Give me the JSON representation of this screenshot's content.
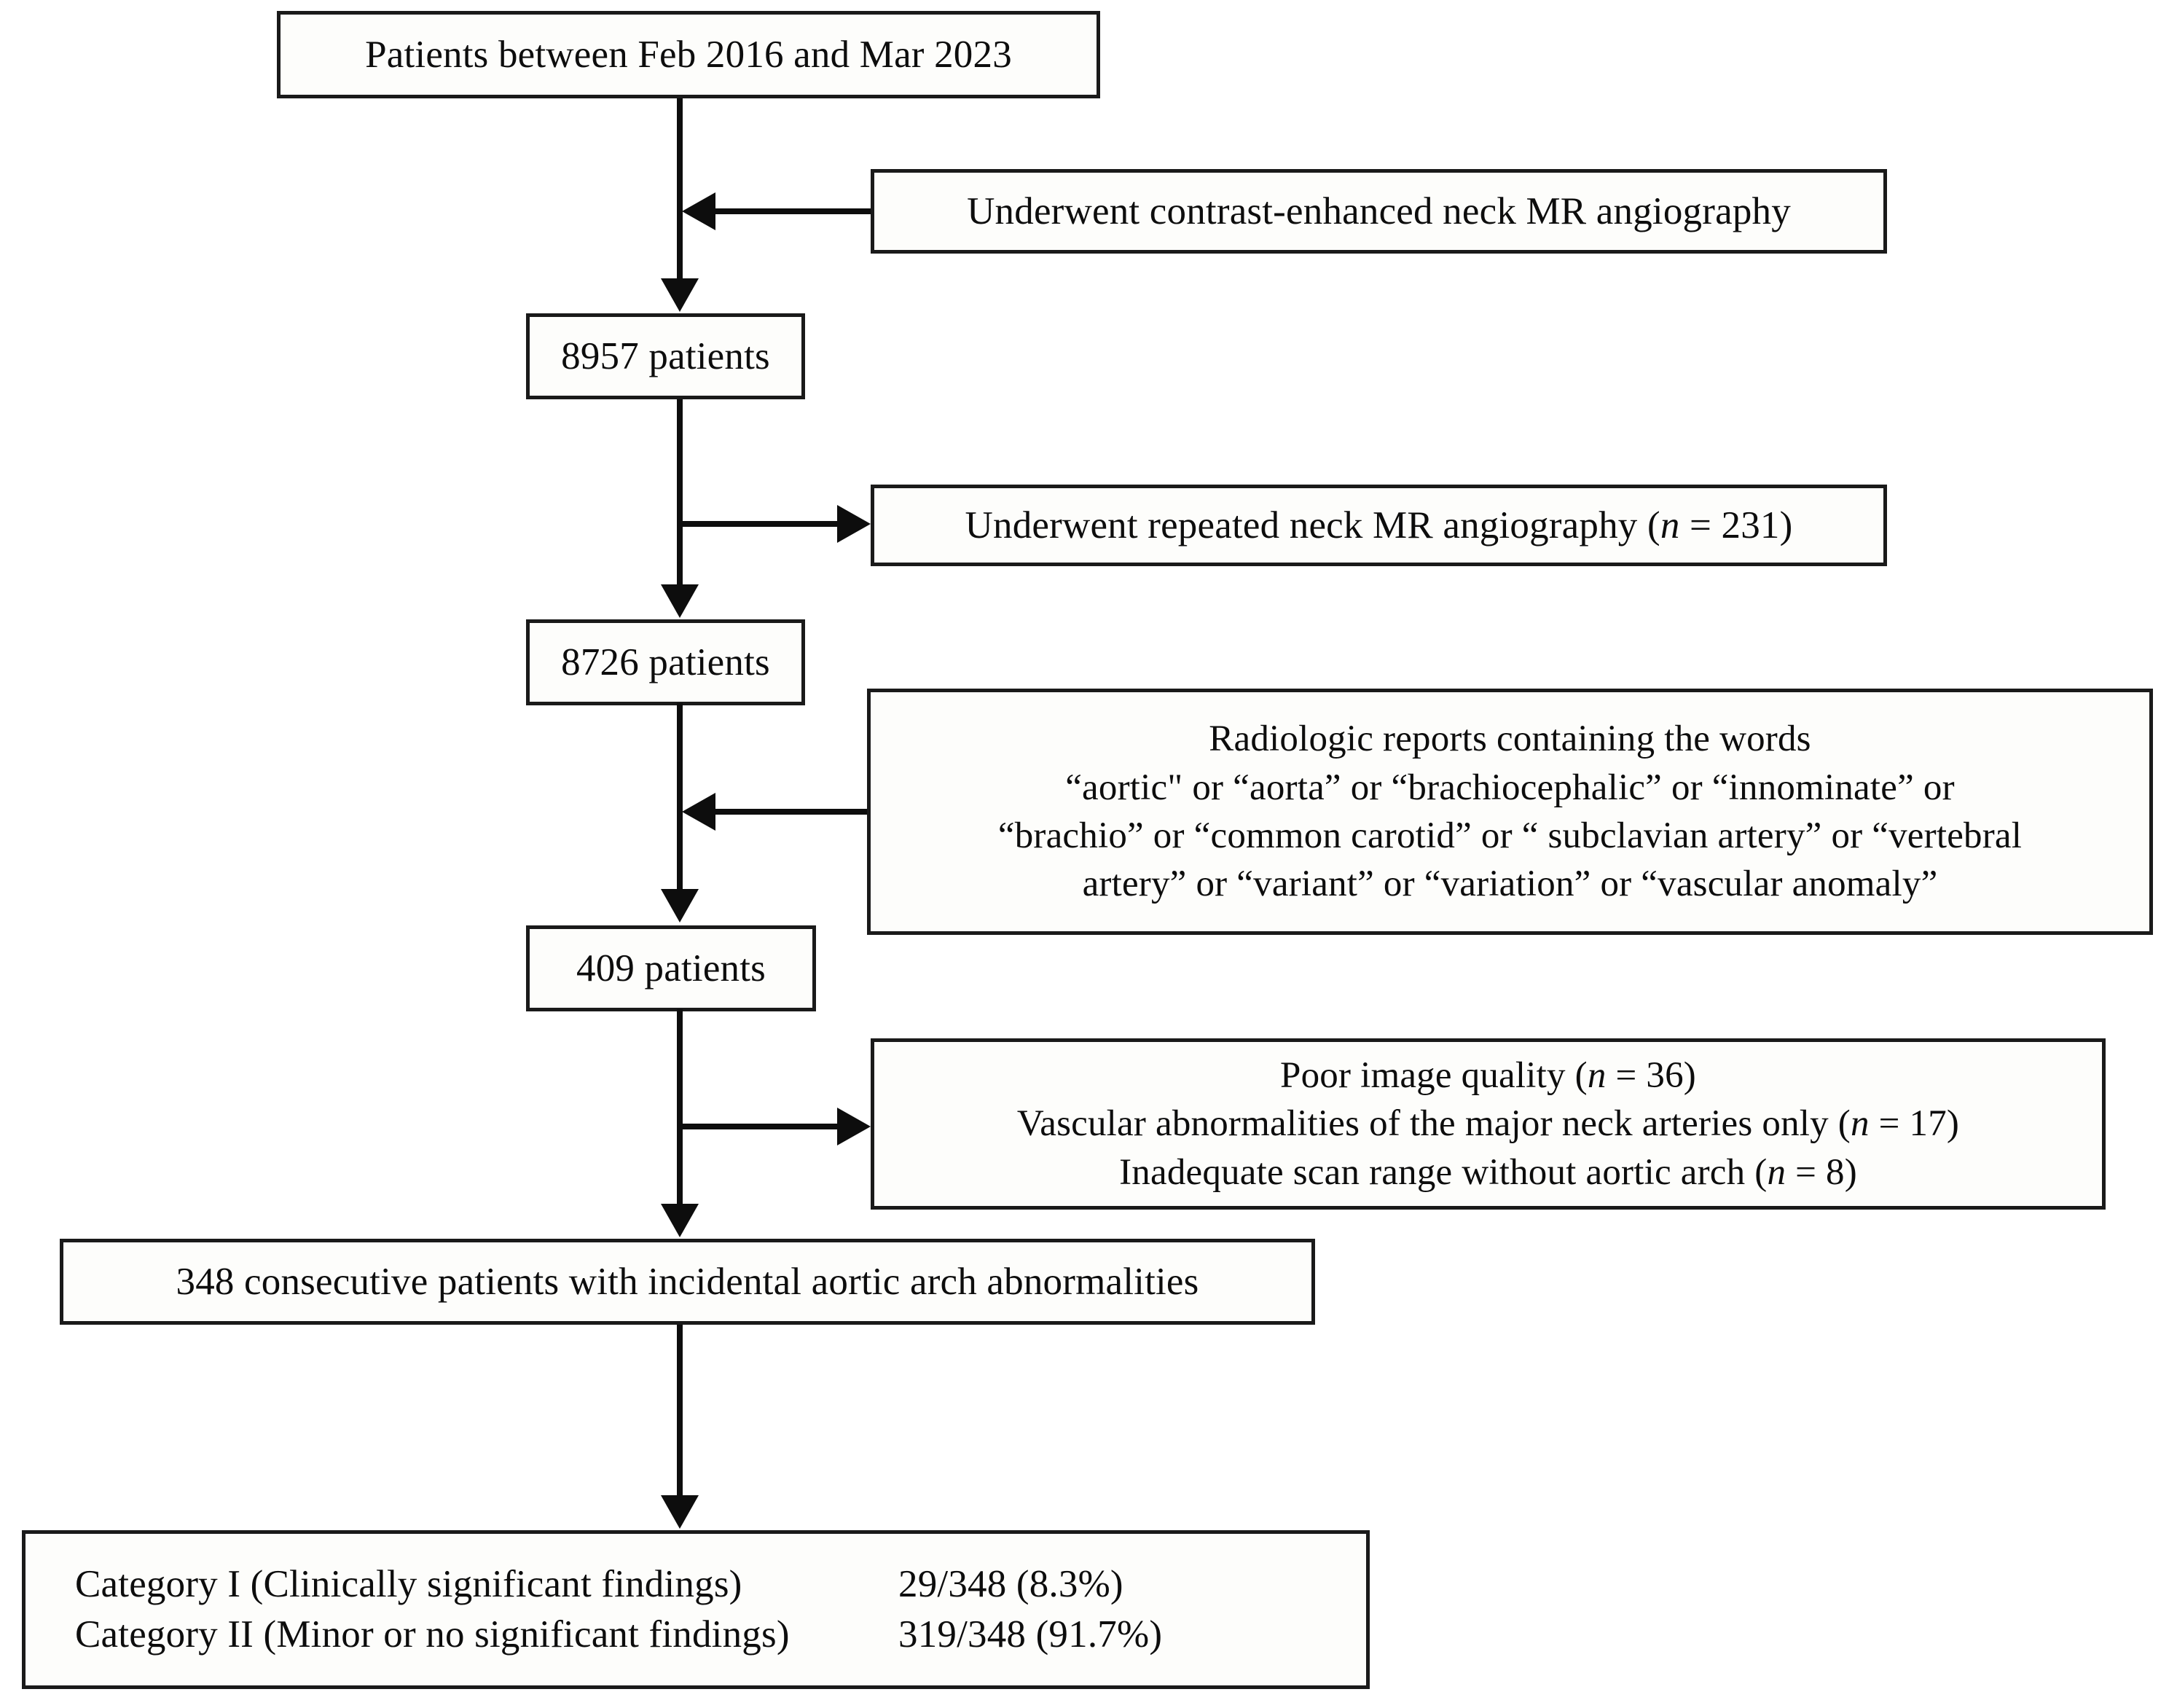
{
  "figure": {
    "type": "flowchart",
    "title": "Patient selection flow diagram",
    "orientation": "top-to-bottom"
  },
  "nodes": {
    "start": {
      "text": "Patients between Feb 2016 and Mar 2023"
    },
    "inclusion_mra": {
      "text": "Underwent contrast-enhanced neck MR angiography"
    },
    "count_8957": {
      "text": "8957 patients"
    },
    "exclusion_repeat": {
      "text": "Underwent repeated neck MR angiography  (n = 231)"
    },
    "count_8726": {
      "text": "8726 patients"
    },
    "reports": {
      "line1": "Radiologic reports containing the words",
      "line2": "“aortic\" or “aorta” or “brachiocephalic” or “innominate” or",
      "line3": "“brachio” or “common carotid” or “ subclavian artery” or “vertebral",
      "line4": "artery” or “variant” or “variation” or “vascular anomaly”"
    },
    "count_409": {
      "text": "409 patients"
    },
    "exclusions": {
      "line1": "Poor image quality  (n = 36)",
      "line2": "Vascular abnormalities  of the major  neck arteries only (n = 17)",
      "line3": "Inadequate  scan range without  aortic  arch (n = 8)"
    },
    "count_348": {
      "text": "348 consecutive  patients  with incidental  aortic  arch abnormalities"
    },
    "categories": {
      "rows": [
        {
          "label": "Category I (Clinically  significant  findings)",
          "value": "29/348  (8.3%)"
        },
        {
          "label": "Category II (Minor  or no significant  findings)",
          "value": "319/348  (91.7%)"
        }
      ]
    }
  },
  "colors": {
    "stroke": "#1a1a1a",
    "background": "#ffffff",
    "text": "#0d0d0d"
  }
}
